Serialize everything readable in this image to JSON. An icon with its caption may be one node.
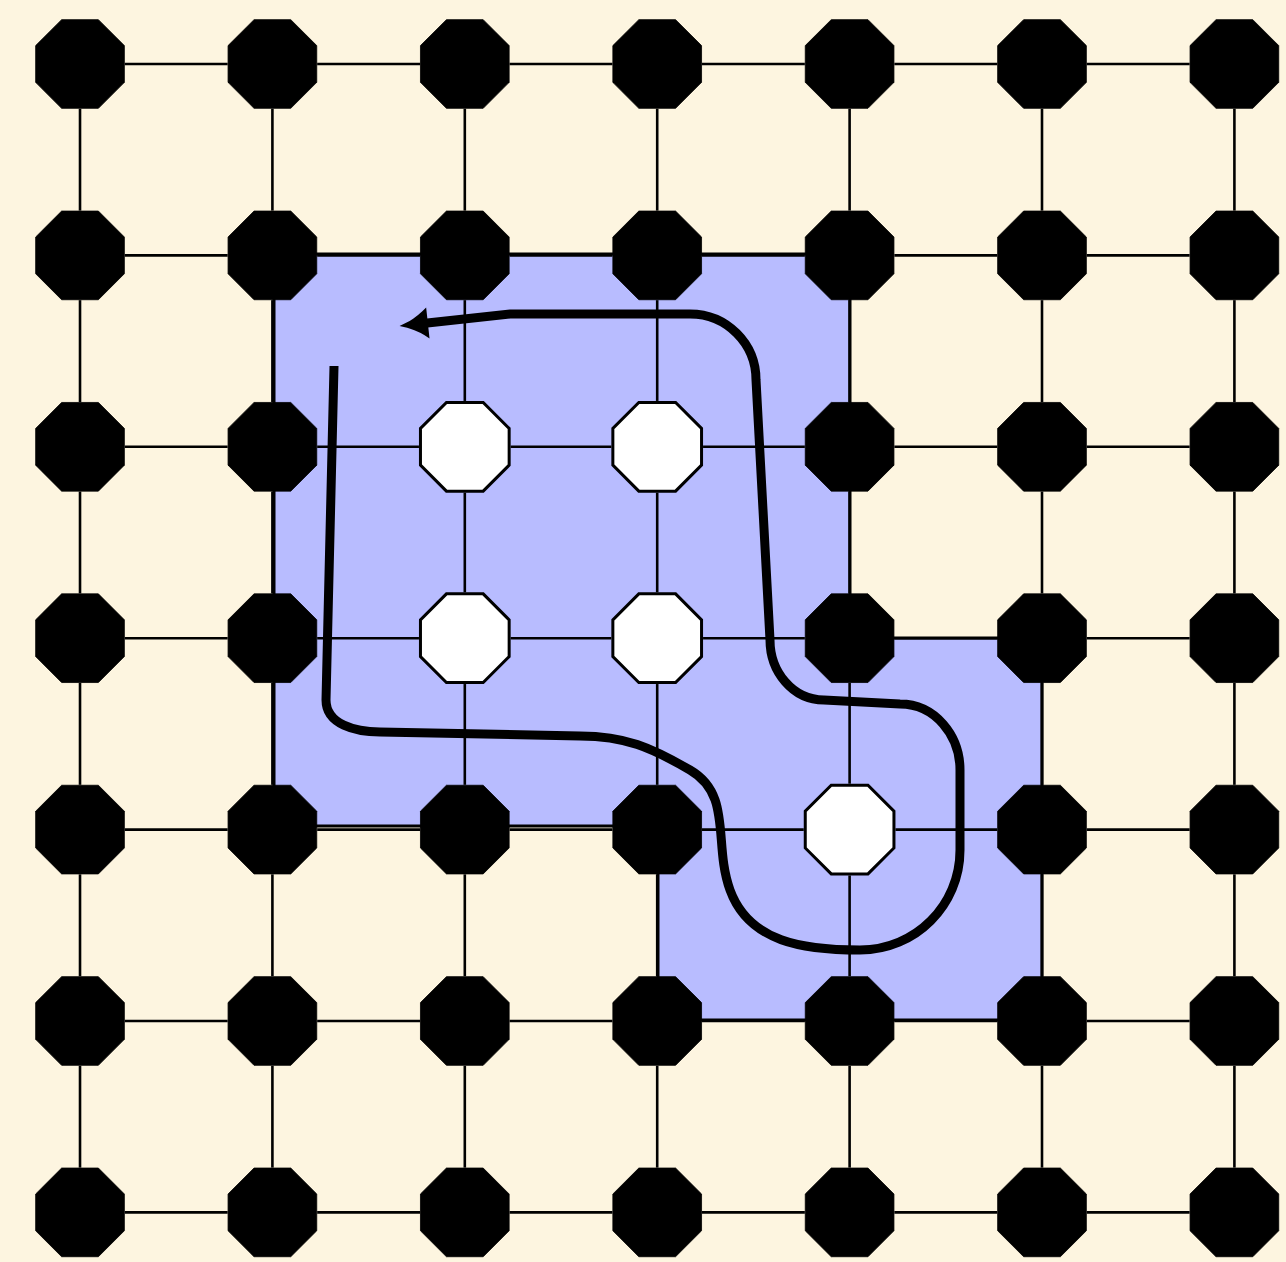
{
  "diagram": {
    "nodes": [
      {
        "text": [],
        "shape": "dot"
      },
      {
        "text": [],
        "shape": "dot"
      },
      {
        "text": [],
        "shape": "dot"
      },
      {
        "text": [],
        "shape": "dot"
      },
      {
        "text": [],
        "shape": "dot"
      },
      {
        "text": [],
        "shape": "dot"
      },
      {
        "text": [],
        "shape": "dot"
      },
      {
        "text": [],
        "shape": "dot"
      },
      {
        "text": [],
        "shape": "dot"
      },
      {
        "text": [],
        "shape": "dot"
      },
      {
        "text": [],
        "shape": "dot"
      },
      {
        "text": [],
        "shape": "dot"
      },
      {
        "text": [],
        "shape": "dot"
      },
      {
        "text": [],
        "shape": "dot"
      },
      {
        "text": [],
        "shape": "dot"
      },
      {
        "text": [],
        "shape": "dot"
      },
      {
        "text": [],
        "shape": "circle"
      },
      {
        "text": [],
        "shape": "circle"
      },
      {
        "text": [],
        "shape": "dot"
      },
      {
        "text": [],
        "shape": "dot"
      },
      {
        "text": [],
        "shape": "dot"
      },
      {
        "text": [],
        "shape": "dot"
      },
      {
        "text": [],
        "shape": "dot"
      },
      {
        "text": [],
        "shape": "circle"
      },
      {
        "text": [],
        "shape": "circle"
      },
      {
        "text": [],
        "shape": "dot"
      },
      {
        "text": [],
        "shape": "dot"
      },
      {
        "text": [],
        "shape": "dot"
      },
      {
        "text": [],
        "shape": "dot"
      },
      {
        "text": [],
        "shape": "dot"
      },
      {
        "text": [],
        "shape": "dot"
      },
      {
        "text": [],
        "shape": "dot"
      },
      {
        "text": [],
        "shape": "circle"
      },
      {
        "text": [],
        "shape": "dot"
      },
      {
        "text": [],
        "shape": "dot"
      },
      {
        "text": [],
        "shape": "dot"
      },
      {
        "text": [],
        "shape": "dot"
      },
      {
        "text": [],
        "shape": "dot"
      },
      {
        "text": [],
        "shape": "dot"
      },
      {
        "text": [],
        "shape": "dot"
      },
      {
        "text": [],
        "shape": "dot"
      },
      {
        "text": [],
        "shape": "dot"
      },
      {
        "text": [],
        "shape": "dot"
      },
      {
        "text": [],
        "shape": "dot"
      },
      {
        "text": [],
        "shape": "dot"
      },
      {
        "text": [],
        "shape": "dot"
      },
      {
        "text": [],
        "shape": "dot"
      },
      {
        "text": [],
        "shape": "dot"
      },
      {
        "text": [],
        "shape": "dot"
      }
    ],
    "edges": [
      {
        "from": 0,
        "to": 1,
        "arrow": "none"
      },
      {
        "from": 1,
        "to": 2,
        "arrow": "none"
      },
      {
        "from": 2,
        "to": 3,
        "arrow": "none"
      },
      {
        "from": 3,
        "to": 4,
        "arrow": "none"
      },
      {
        "from": 4,
        "to": 5,
        "arrow": "none"
      },
      {
        "from": 5,
        "to": 6,
        "arrow": "none"
      },
      {
        "from": 7,
        "to": 8,
        "arrow": "none"
      },
      {
        "from": 8,
        "to": 9,
        "arrow": "none"
      },
      {
        "from": 9,
        "to": 10,
        "arrow": "none"
      },
      {
        "from": 10,
        "to": 11,
        "arrow": "none"
      },
      {
        "from": 11,
        "to": 12,
        "arrow": "none"
      },
      {
        "from": 12,
        "to": 13,
        "arrow": "none"
      },
      {
        "from": 14,
        "to": 15,
        "arrow": "none"
      },
      {
        "from": 15,
        "to": 16,
        "arrow": "none"
      },
      {
        "from": 16,
        "to": 17,
        "arrow": "none"
      },
      {
        "from": 17,
        "to": 18,
        "arrow": "none"
      },
      {
        "from": 18,
        "to": 19,
        "arrow": "none"
      },
      {
        "from": 19,
        "to": 20,
        "arrow": "none"
      },
      {
        "from": 21,
        "to": 22,
        "arrow": "none"
      },
      {
        "from": 22,
        "to": 23,
        "arrow": "none"
      },
      {
        "from": 23,
        "to": 24,
        "arrow": "none"
      },
      {
        "from": 24,
        "to": 25,
        "arrow": "none"
      },
      {
        "from": 25,
        "to": 26,
        "arrow": "none"
      },
      {
        "from": 26,
        "to": 27,
        "arrow": "none"
      },
      {
        "from": 28,
        "to": 29,
        "arrow": "none"
      },
      {
        "from": 29,
        "to": 30,
        "arrow": "none"
      },
      {
        "from": 30,
        "to": 31,
        "arrow": "none"
      },
      {
        "from": 31,
        "to": 32,
        "arrow": "none"
      },
      {
        "from": 32,
        "to": 33,
        "arrow": "none"
      },
      {
        "from": 33,
        "to": 34,
        "arrow": "none"
      },
      {
        "from": 35,
        "to": 36,
        "arrow": "none"
      },
      {
        "from": 36,
        "to": 37,
        "arrow": "none"
      },
      {
        "from": 37,
        "to": 38,
        "arrow": "none"
      },
      {
        "from": 38,
        "to": 39,
        "arrow": "none"
      },
      {
        "from": 39,
        "to": 40,
        "arrow": "none"
      },
      {
        "from": 40,
        "to": 41,
        "arrow": "none"
      },
      {
        "from": 42,
        "to": 43,
        "arrow": "none"
      },
      {
        "from": 43,
        "to": 44,
        "arrow": "none"
      },
      {
        "from": 44,
        "to": 45,
        "arrow": "none"
      },
      {
        "from": 45,
        "to": 46,
        "arrow": "none"
      },
      {
        "from": 46,
        "to": 47,
        "arrow": "none"
      },
      {
        "from": 47,
        "to": 48,
        "arrow": "none"
      },
      {
        "from": 0,
        "to": 7,
        "arrow": "none"
      },
      {
        "from": 1,
        "to": 8,
        "arrow": "none"
      },
      {
        "from": 2,
        "to": 9,
        "arrow": "none"
      },
      {
        "from": 3,
        "to": 10,
        "arrow": "none"
      },
      {
        "from": 4,
        "to": 11,
        "arrow": "none"
      },
      {
        "from": 5,
        "to": 12,
        "arrow": "none"
      },
      {
        "from": 6,
        "to": 13,
        "arrow": "none"
      },
      {
        "from": 7,
        "to": 14,
        "arrow": "none"
      },
      {
        "from": 8,
        "to": 15,
        "arrow": "none"
      },
      {
        "from": 9,
        "to": 16,
        "arrow": "none"
      },
      {
        "from": 10,
        "to": 17,
        "arrow": "none"
      },
      {
        "from": 11,
        "to": 18,
        "arrow": "none"
      },
      {
        "from": 12,
        "to": 19,
        "arrow": "none"
      },
      {
        "from": 13,
        "to": 20,
        "arrow": "none"
      },
      {
        "from": 14,
        "to": 21,
        "arrow": "none"
      },
      {
        "from": 15,
        "to": 22,
        "arrow": "none"
      },
      {
        "from": 16,
        "to": 23,
        "arrow": "none"
      },
      {
        "from": 17,
        "to": 24,
        "arrow": "none"
      },
      {
        "from": 18,
        "to": 25,
        "arrow": "none"
      },
      {
        "from": 19,
        "to": 26,
        "arrow": "none"
      },
      {
        "from": 20,
        "to": 27,
        "arrow": "none"
      },
      {
        "from": 21,
        "to": 28,
        "arrow": "none"
      },
      {
        "from": 22,
        "to": 29,
        "arrow": "none"
      },
      {
        "from": 23,
        "to": 30,
        "arrow": "none"
      },
      {
        "from": 24,
        "to": 31,
        "arrow": "none"
      },
      {
        "from": 25,
        "to": 32,
        "arrow": "none"
      },
      {
        "from": 26,
        "to": 33,
        "arrow": "none"
      },
      {
        "from": 27,
        "to": 34,
        "arrow": "none"
      },
      {
        "from": 28,
        "to": 35,
        "arrow": "none"
      },
      {
        "from": 29,
        "to": 36,
        "arrow": "none"
      },
      {
        "from": 30,
        "to": 37,
        "arrow": "none"
      },
      {
        "from": 31,
        "to": 38,
        "arrow": "none"
      },
      {
        "from": 32,
        "to": 39,
        "arrow": "none"
      },
      {
        "from": 33,
        "to": 40,
        "arrow": "none"
      },
      {
        "from": 34,
        "to": 41,
        "arrow": "none"
      },
      {
        "from": 35,
        "to": 42,
        "arrow": "none"
      },
      {
        "from": 36,
        "to": 43,
        "arrow": "none"
      },
      {
        "from": 37,
        "to": 44,
        "arrow": "none"
      },
      {
        "from": 38,
        "to": 45,
        "arrow": "none"
      },
      {
        "from": 39,
        "to": 46,
        "arrow": "none"
      },
      {
        "from": 40,
        "to": 47,
        "arrow": "none"
      },
      {
        "from": 41,
        "to": 48,
        "arrow": "none"
      }
    ]
  }
}
